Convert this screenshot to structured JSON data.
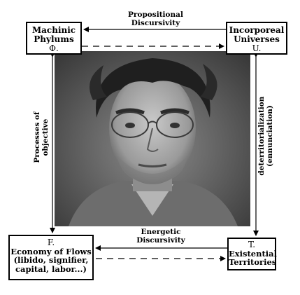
{
  "nodes": {
    "phi": {
      "line1": "Machinic",
      "line2": "Phylums",
      "symbol": "Φ."
    },
    "u": {
      "line1": "Incorporeal",
      "line2": "Universes",
      "symbol": "U."
    },
    "f": {
      "symbol": "F.",
      "line1": "Economy of Flows",
      "line2": "(libido, signifier,",
      "line3": "capital, labor...)"
    },
    "t": {
      "symbol": "T.",
      "line1": "Existential",
      "line2": "Territories"
    }
  },
  "edges": {
    "top": {
      "line1": "Propositional",
      "line2": "Discursivity"
    },
    "bottom": {
      "line1": "Energetic",
      "line2": "Discursivity"
    },
    "left": {
      "line1": "Processes of",
      "line2": "objective"
    },
    "right": {
      "line1": "deterritorialization",
      "line2": "(ennunciation)"
    }
  },
  "photo": {
    "subject": "portrait-photo"
  }
}
